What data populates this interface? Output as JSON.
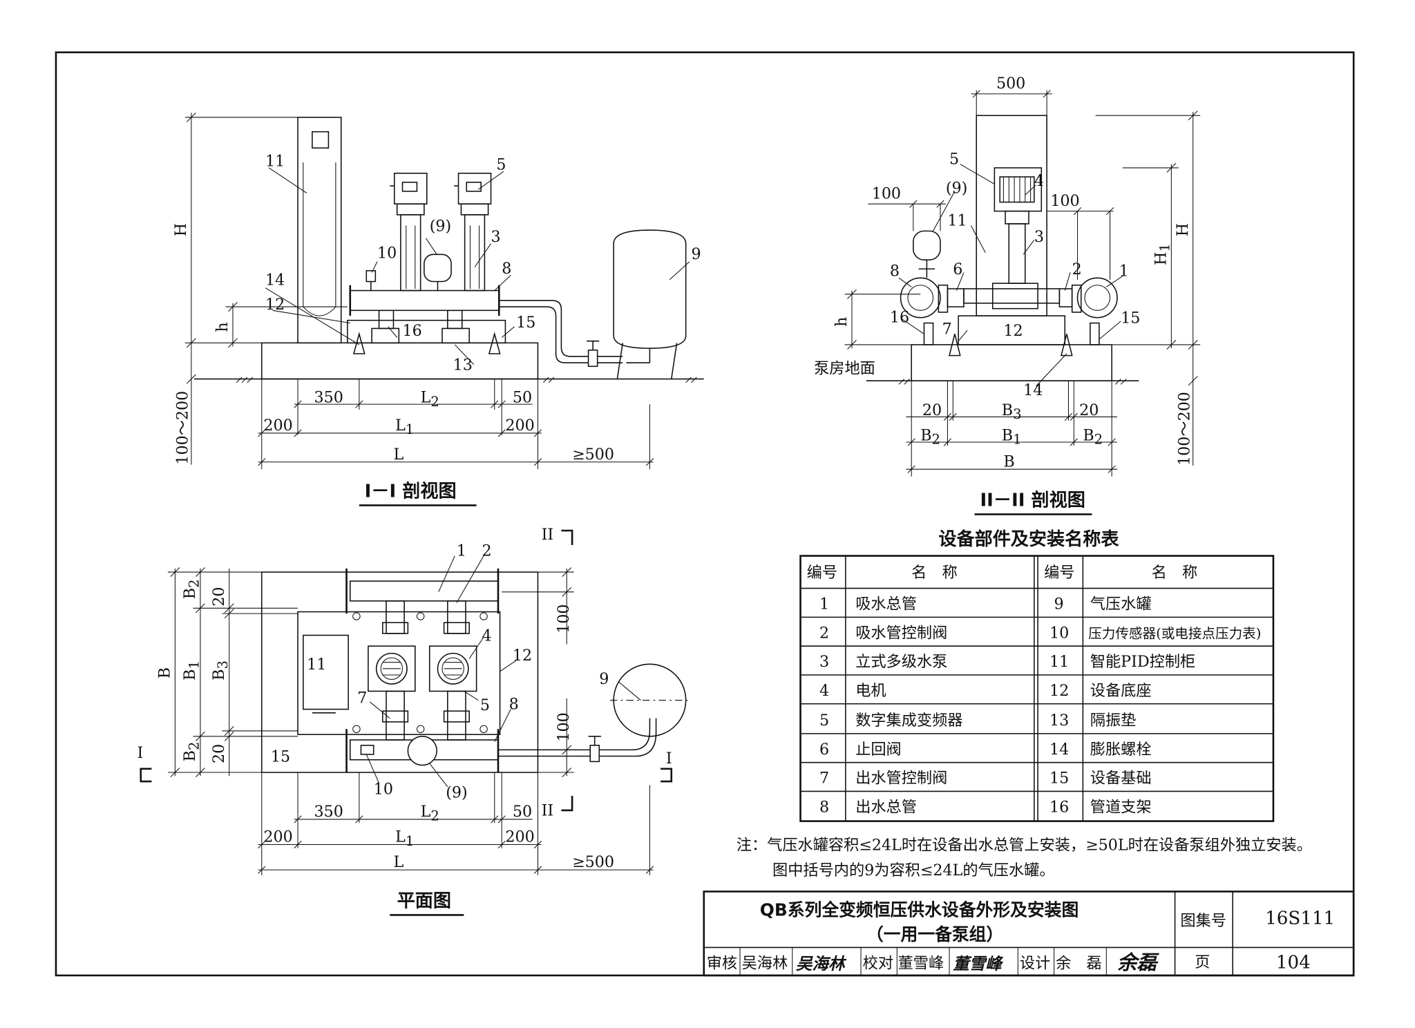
{
  "views": {
    "section1_title": "I－I 剖视图",
    "section2_title": "II－II 剖视图",
    "plan_title": "平面图",
    "floor_label": "泵房地面"
  },
  "dims": {
    "d350": "350",
    "d50": "50",
    "d200": "200",
    "d100_200": "100～200",
    "d500": "500",
    "d100": "100",
    "d20": "20",
    "ge500": "≥500",
    "L": "L",
    "L1": "L",
    "L1_sub": "1",
    "L2": "L",
    "L2_sub": "2",
    "H": "H",
    "H1": "H",
    "H1_sub": "1",
    "h": "h",
    "B": "B",
    "B1": "B",
    "B1_sub": "1",
    "B2": "B",
    "B2_sub": "2",
    "B3": "B",
    "B3_sub": "3"
  },
  "callouts": {
    "c1": "1",
    "c2": "2",
    "c3": "3",
    "c4": "4",
    "c5": "5",
    "c6": "6",
    "c7": "7",
    "c8": "8",
    "c9": "9",
    "c9p": "(9)",
    "c10": "10",
    "c11": "11",
    "c12": "12",
    "c13": "13",
    "c14": "14",
    "c15": "15",
    "c16": "16",
    "sec_I": "I",
    "sec_II": "II"
  },
  "parts_table": {
    "title": "设备部件及安装名称表",
    "headers": [
      "编号",
      "名　称",
      "编号",
      "名　称"
    ],
    "rows": [
      [
        "1",
        "吸水总管",
        "9",
        "气压水罐"
      ],
      [
        "2",
        "吸水管控制阀",
        "10",
        "压力传感器(或电接点压力表)"
      ],
      [
        "3",
        "立式多级水泵",
        "11",
        "智能PID控制柜"
      ],
      [
        "4",
        "电机",
        "12",
        "设备底座"
      ],
      [
        "5",
        "数字集成变频器",
        "13",
        "隔振垫"
      ],
      [
        "6",
        "止回阀",
        "14",
        "膨胀螺栓"
      ],
      [
        "7",
        "出水管控制阀",
        "15",
        "设备基础"
      ],
      [
        "8",
        "出水总管",
        "16",
        "管道支架"
      ]
    ]
  },
  "note": {
    "line1": "注：气压水罐容积≤24L时在设备出水总管上安装，≥50L时在设备泵组外独立安装。",
    "line2": "图中括号内的9为容积≤24L的气压水罐。"
  },
  "title_block": {
    "title_line1": "QB系列全变频恒压供水设备外形及安装图",
    "title_line2": "（一用一备泵组）",
    "atlas_label": "图集号",
    "atlas_no": "16S111",
    "review_label": "审核",
    "reviewer": "吴海林",
    "reviewer_sig": "吴海林",
    "check_label": "校对",
    "checker": "董雪峰",
    "checker_sig": "董雪峰",
    "design_label": "设计",
    "designer": "余　磊",
    "designer_sig": "余磊",
    "page_label": "页",
    "page_no": "104"
  }
}
